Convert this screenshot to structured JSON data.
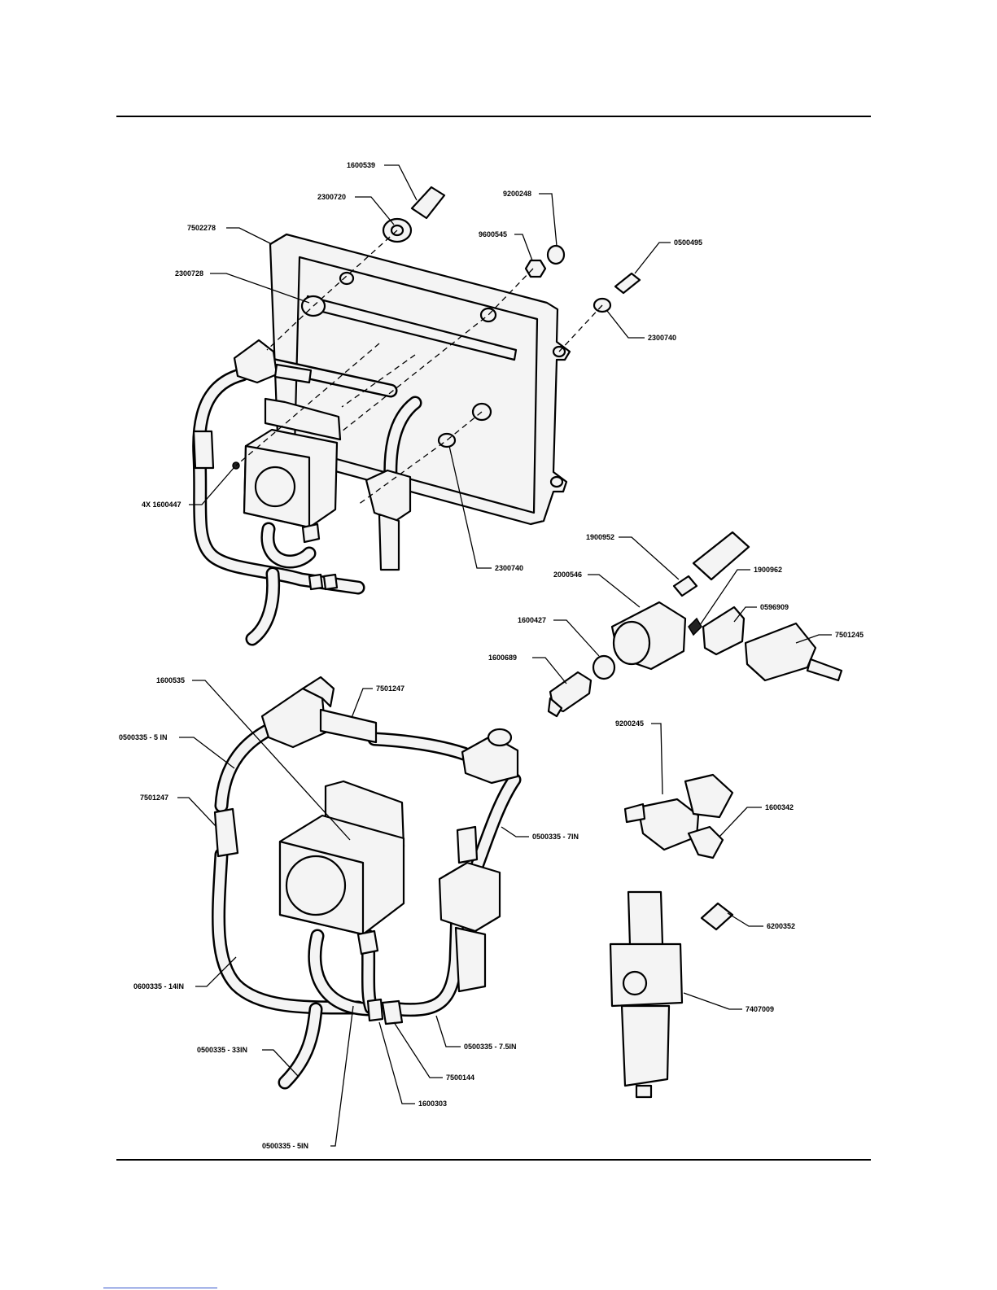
{
  "labels": {
    "top_1": "1600539",
    "top_2": "2300720",
    "top_3": "7502278",
    "top_4": "2300728",
    "top_5": "9200248",
    "top_6": "9600545",
    "top_7": "0500495",
    "top_8": "2300740",
    "top_9": "4X 1600447",
    "top_10": "2300740",
    "mid_1": "1900952",
    "mid_2": "2000546",
    "mid_3": "1900962",
    "mid_4": "0596909",
    "mid_5": "1600427",
    "mid_6": "7501245",
    "mid_7": "1600689",
    "bot_1": "1600535",
    "bot_2": "7501247",
    "bot_3": "0500335 - 5 IN",
    "bot_4": "7501247",
    "bot_5": "9200245",
    "bot_6": "1600342",
    "bot_7": "0500335 - 7IN",
    "bot_8": "6200352",
    "bot_9": "0600335 - 14IN",
    "bot_10": "7407009",
    "bot_11": "0500335 - 7.5IN",
    "bot_12": "0500335 - 33IN",
    "bot_13": "7500144",
    "bot_14": "1600303",
    "bot_15": "0500335 - 5IN"
  }
}
